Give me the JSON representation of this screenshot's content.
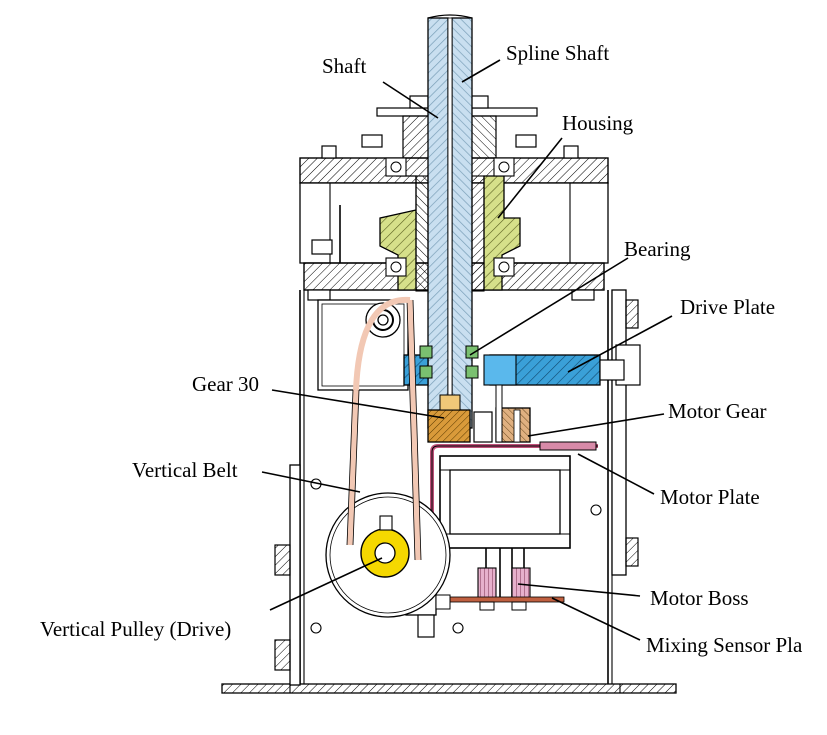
{
  "labels": {
    "shaft": "Shaft",
    "spline_shaft": "Spline Shaft",
    "housing": "Housing",
    "bearing": "Bearing",
    "drive_plate": "Drive Plate",
    "gear_30": "Gear 30",
    "motor_gear": "Motor Gear",
    "vertical_belt": "Vertical Belt",
    "motor_plate": "Motor Plate",
    "vertical_pulley_drive": "Vertical Pulley (Drive)",
    "motor_boss": "Motor Boss",
    "mixing_sensor_plate": "Mixing Sensor Pla"
  },
  "colors": {
    "shaft": "#c9dff0",
    "housing": "#d6e08a",
    "drive_plate": "#3aa0d8",
    "gear": "#d99a3a",
    "motor_gear": "#e0b080",
    "belt": "#f2c8b4",
    "pulley": "#f5d800",
    "motor_plate": "#c0507a",
    "motor_boss": "#e0a0c0",
    "sensor_plate": "#c06040",
    "bearing": "#7ac070",
    "outline": "#000000"
  }
}
